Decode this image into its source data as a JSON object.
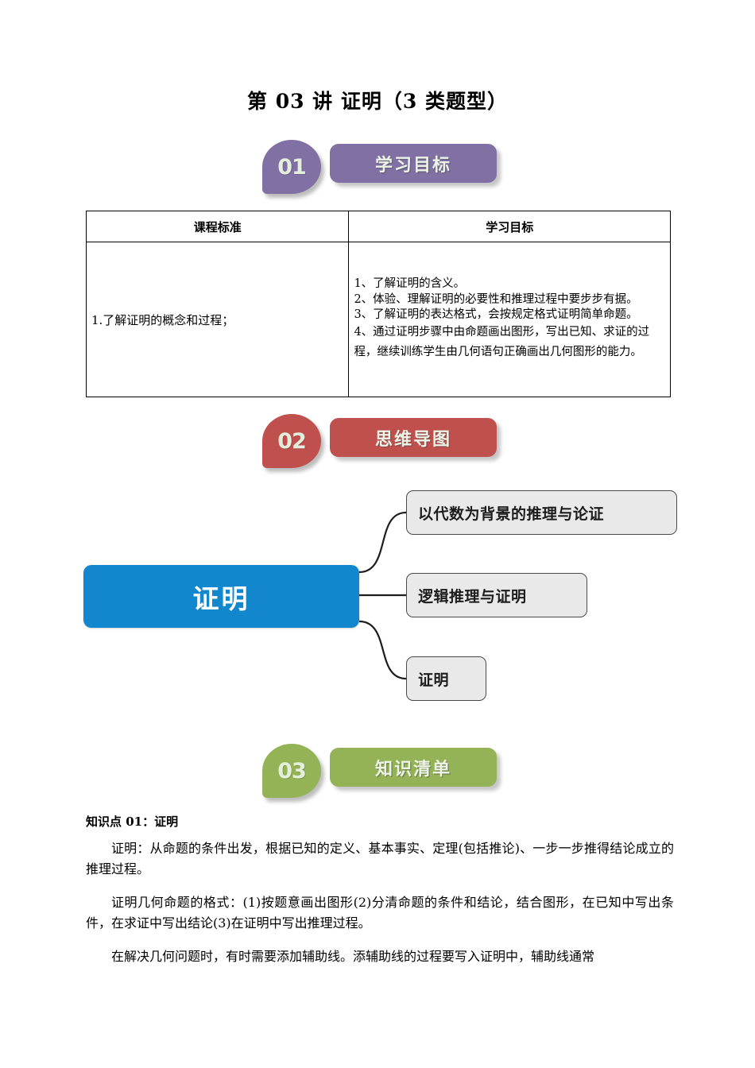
{
  "document": {
    "title": "第 03 讲  证明（3 类题型）"
  },
  "sections": [
    {
      "number": "01",
      "label": "学习目标",
      "color": "#8070a4"
    },
    {
      "number": "02",
      "label": "思维导图",
      "color": "#c0504d"
    },
    {
      "number": "03",
      "label": "知识清单",
      "color": "#94b356"
    }
  ],
  "objectives_table": {
    "headers": [
      "课程标准",
      "学习目标"
    ],
    "rows": [
      {
        "standard": "1.了解证明的概念和过程；",
        "goals": [
          "1、了解证明的含义。",
          "2、体验、理解证明的必要性和推理过程中要步步有据。",
          "3、了解证明的表达格式，会按规定格式证明简单命题。",
          "4、通过证明步骤中由命题画出图形，写出已知、求证的过程，继续训练学生由几何语句正确画出几何图形的能力。"
        ]
      }
    ]
  },
  "mindmap": {
    "center": "证明",
    "center_color": "#1287ce",
    "branch_color": "#e9e9e9",
    "branches": [
      "以代数为背景的推理与论证",
      "逻辑推理与证明",
      "证明"
    ]
  },
  "knowledge": {
    "heading": "知识点 01：证明",
    "paragraphs": [
      "证明：从命题的条件出发，根据已知的定义、基本事实、定理(包括推论)、一步一步推得结论成立的推理过程。",
      "证明几何命题的格式：(1)按题意画出图形(2)分清命题的条件和结论，结合图形，在已知中写出条件，在求证中写出结论(3)在证明中写出推理过程。",
      "在解决几何问题时，有时需要添加辅助线。添辅助线的过程要写入证明中，辅助线通常"
    ]
  }
}
